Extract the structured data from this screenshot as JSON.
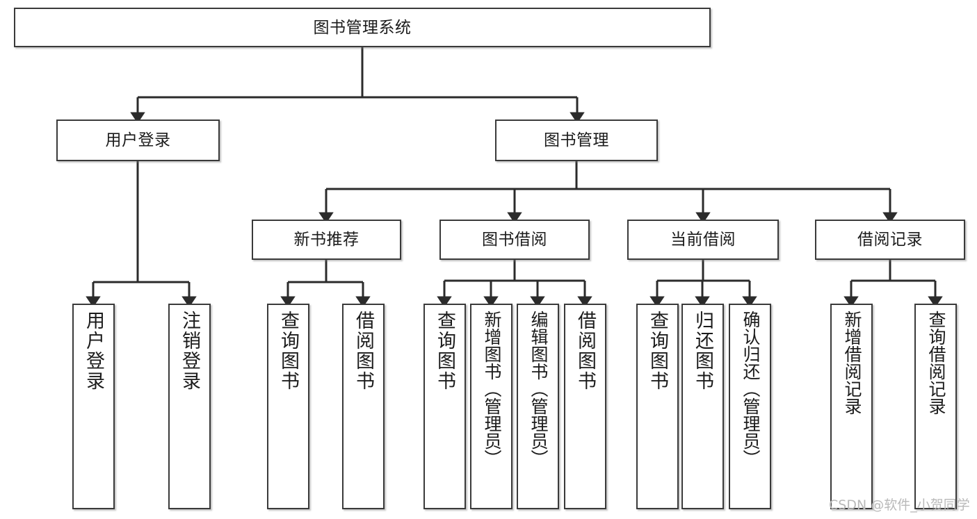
{
  "diagram": {
    "title": "图书管理系统",
    "type": "tree-hierarchy-diagram",
    "colors": {
      "box_border": "#3a3a3a",
      "box_fill": "#ffffff",
      "edge": "#2b2b2b",
      "background": "#ffffff",
      "watermark": "#b9b9b9"
    },
    "nodes": {
      "root": {
        "label": "图书管理系统"
      },
      "level2": [
        {
          "label": "用户登录"
        },
        {
          "label": "图书管理"
        }
      ],
      "level3": [
        {
          "label": "新书推荐"
        },
        {
          "label": "图书借阅"
        },
        {
          "label": "当前借阅"
        },
        {
          "label": "借阅记录"
        }
      ],
      "leaves": {
        "user_login": [
          {
            "label": "用户登录"
          },
          {
            "label": "注销登录"
          }
        ],
        "new_book_recommend": [
          {
            "label": "查询图书"
          },
          {
            "label": "借阅图书"
          }
        ],
        "book_borrow": [
          {
            "label": "查询图书"
          },
          {
            "label": "新增图书（管理员）"
          },
          {
            "label": "编辑图书（管理员）"
          },
          {
            "label": "借阅图书"
          }
        ],
        "current_borrow": [
          {
            "label": "查询图书"
          },
          {
            "label": "归还图书"
          },
          {
            "label": "确认归还（管理员）"
          }
        ],
        "borrow_record": [
          {
            "label": "新增借阅记录"
          },
          {
            "label": "查询借阅记录"
          }
        ]
      }
    },
    "watermark": "CSDN @软件_小贺同学"
  }
}
